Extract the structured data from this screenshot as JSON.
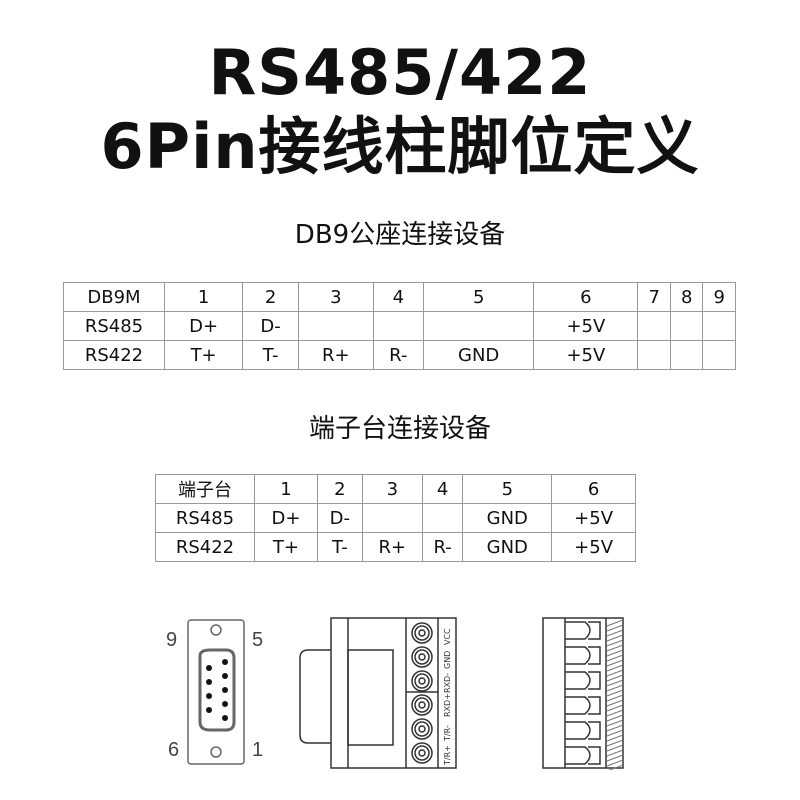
{
  "title": {
    "line1": "RS485/422",
    "line2": "6Pin接线柱脚位定义"
  },
  "db9": {
    "heading": "DB9公座连接设备",
    "rows": [
      [
        "DB9M",
        "1",
        "2",
        "3",
        "4",
        "5",
        "6",
        "7",
        "8",
        "9"
      ],
      [
        "RS485",
        "D+",
        "D-",
        "",
        "",
        "",
        "+5V",
        "",
        "",
        ""
      ],
      [
        "RS422",
        "T+",
        "T-",
        "R+",
        "R-",
        "GND",
        "+5V",
        "",
        "",
        ""
      ]
    ]
  },
  "terminal": {
    "heading": "端子台连接设备",
    "rows": [
      [
        "端子台",
        "1",
        "2",
        "3",
        "4",
        "5",
        "6"
      ],
      [
        "RS485",
        "D+",
        "D-",
        "",
        "",
        "GND",
        "+5V"
      ],
      [
        "RS422",
        "T+",
        "T-",
        "R+",
        "R-",
        "GND",
        "+5V"
      ]
    ]
  },
  "diagram": {
    "pin_labels": [
      "9",
      "5",
      "6",
      "1"
    ],
    "terminal_labels": [
      "T/R+",
      "T/R-",
      "RXD+",
      "RXD-",
      "GND",
      "VCC"
    ]
  }
}
